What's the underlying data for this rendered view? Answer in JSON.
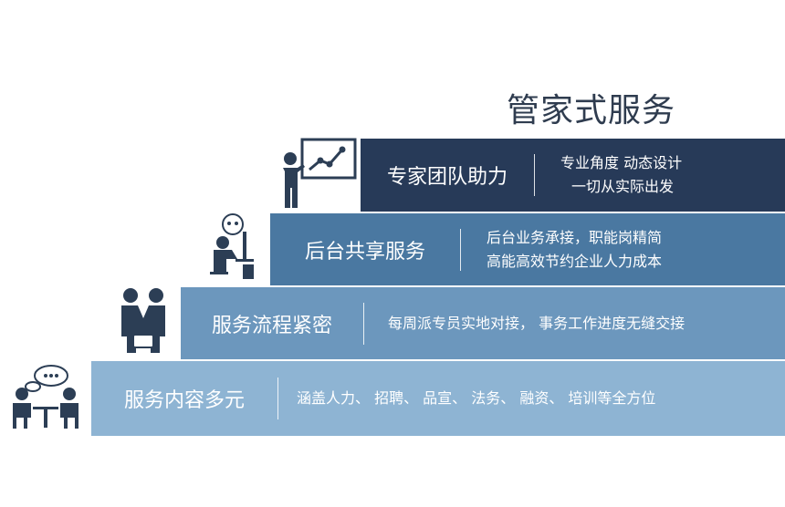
{
  "title": "管家式服务",
  "steps": [
    {
      "name": "服务内容多元",
      "lines": [
        "涵盖人力、 招聘、 品宣、 法务、 融资、 培训等全方位"
      ],
      "color": "#8eb4d3",
      "icon": "meeting-icon"
    },
    {
      "name": "服务流程紧密",
      "lines": [
        "每周派专员实地对接，  事务工作进度无缝交接"
      ],
      "color": "#6c97bd",
      "icon": "handshake-icon"
    },
    {
      "name": "后台共享服务",
      "lines": [
        "后台业务承接，职能岗精简",
        "高能高效节约企业人力成本"
      ],
      "color": "#4a78a1",
      "icon": "office-worker-icon"
    },
    {
      "name": "专家团队助力",
      "lines": [
        "专业角度  动态设计",
        "一切从实际出发"
      ],
      "color": "#273a58",
      "icon": "presentation-icon"
    }
  ]
}
